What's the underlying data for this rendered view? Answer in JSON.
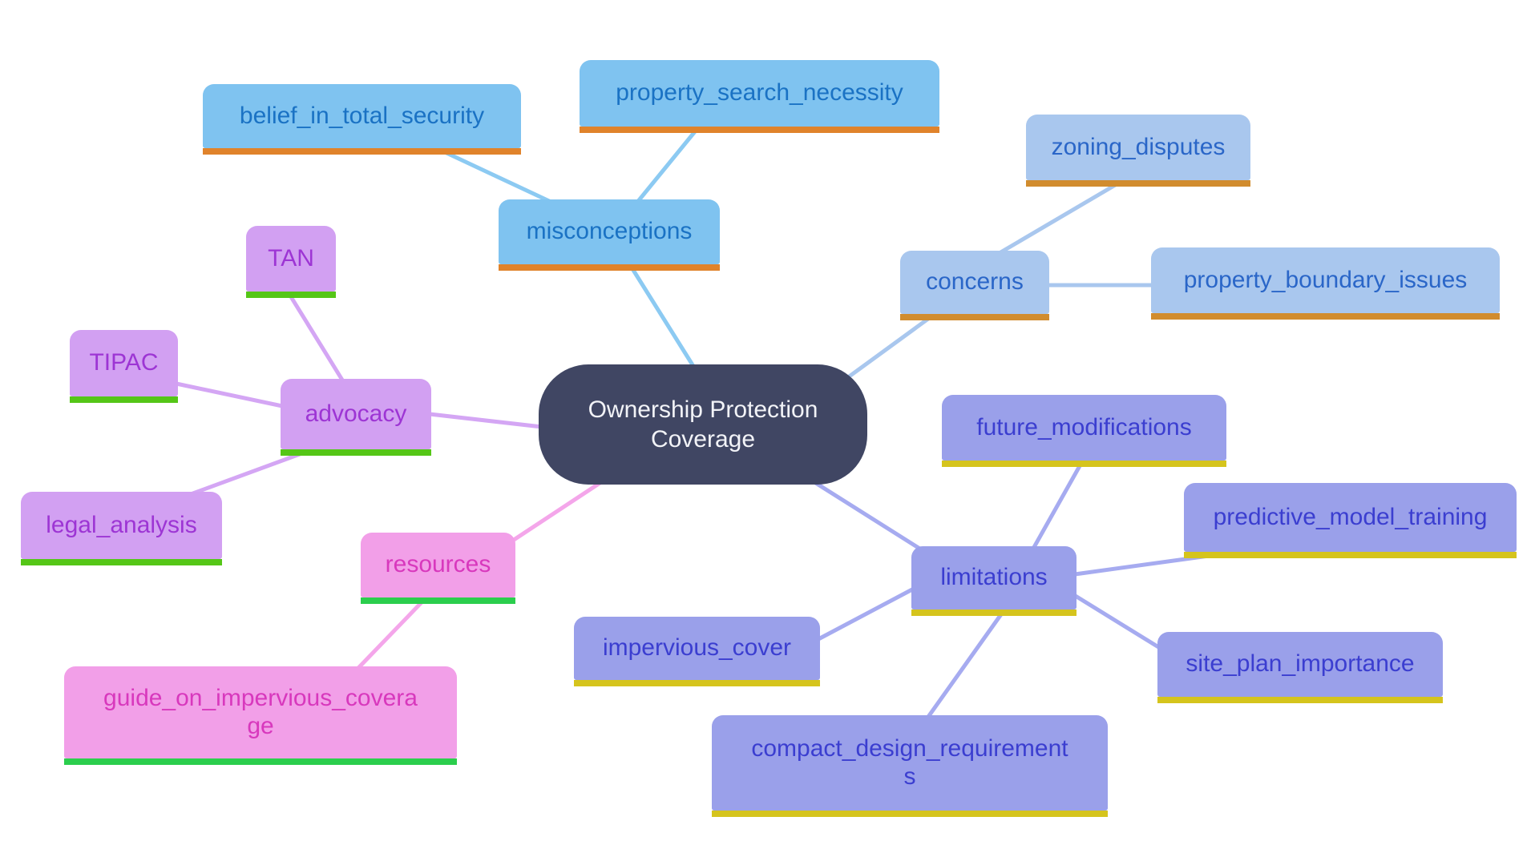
{
  "center": {
    "label": "Ownership Protection Coverage",
    "fill": "#404663",
    "text_color": "#f2f3f7"
  },
  "branches": [
    {
      "label": "misconceptions",
      "fill": "#7fc3f0",
      "text_color": "#1a72c4",
      "underline": "#e0832b",
      "line": "#8ccaf2",
      "children": [
        {
          "label": "belief_in_total_security"
        },
        {
          "label": "property_search_necessity"
        }
      ]
    },
    {
      "label": "concerns",
      "fill": "#a9c7ee",
      "text_color": "#2a66c8",
      "underline": "#d18c2e",
      "line": "#a9c7ee",
      "children": [
        {
          "label": "zoning_disputes"
        },
        {
          "label": "property_boundary_issues"
        }
      ]
    },
    {
      "label": "advocacy",
      "fill": "#d2a0f2",
      "text_color": "#9d35d4",
      "underline": "#55c617",
      "line": "#d4a6f4",
      "children": [
        {
          "label": "TAN"
        },
        {
          "label": "TIPAC"
        },
        {
          "label": "legal_analysis"
        }
      ]
    },
    {
      "label": "resources",
      "fill": "#f29fe8",
      "text_color": "#d838bd",
      "underline": "#2bce4d",
      "line": "#f4a6ea",
      "children": [
        {
          "label": "guide_on_impervious_coverage"
        }
      ]
    },
    {
      "label": "limitations",
      "fill": "#9aa0ea",
      "text_color": "#3b3ed0",
      "underline": "#d5c41d",
      "line": "#a6abf0",
      "children": [
        {
          "label": "future_modifications"
        },
        {
          "label": "predictive_model_training"
        },
        {
          "label": "site_plan_importance"
        },
        {
          "label": "impervious_cover"
        },
        {
          "label": "compact_design_requirements"
        }
      ]
    }
  ]
}
